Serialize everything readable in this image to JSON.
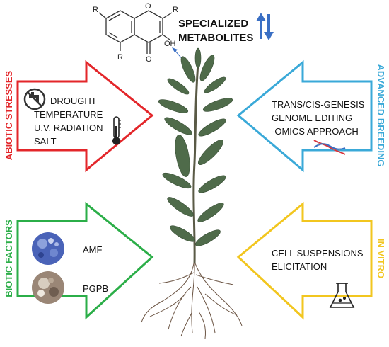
{
  "metabolites": {
    "label_line1": "SPECIALIZED",
    "label_line2": "METABOLITES",
    "molecule_labels": {
      "r_top_left": "R",
      "r_top_right": "R",
      "r_bottom": "R",
      "o_ring": "O",
      "o_carbonyl": "O",
      "oh": "OH"
    }
  },
  "panels": {
    "abiotic": {
      "title": "ABIOTIC STRESSES",
      "color": "#e3262a",
      "items": [
        "DROUGHT",
        "TEMPERATURE",
        "U.V. RADIATION",
        "SALT"
      ]
    },
    "breeding": {
      "title": "ADVANCED BREEDING",
      "color": "#3aa9d8",
      "items": [
        "TRANS/CIS-GENESIS",
        "GENOME EDITING",
        "-OMICS APPROACH"
      ]
    },
    "biotic": {
      "title": "BIOTIC FACTORS",
      "color": "#2bae48",
      "items": [
        "AMF",
        "PGPB"
      ]
    },
    "invitro": {
      "title": "IN VITRO",
      "color": "#f2c61f",
      "items": [
        "CELL SUSPENSIONS",
        "ELICITATION"
      ]
    }
  },
  "icons": {
    "no_water": "no-water-tap-icon",
    "thermometer": "thermometer-icon",
    "dna": "dna-helix-icon",
    "flask": "flask-icon",
    "fungi": "amf-micrograph",
    "bacteria": "pgpb-micrograph",
    "updown": "up-down-arrows-icon"
  },
  "colors": {
    "updown": "#3a6fc4",
    "text": "#111111",
    "plant_leaf": "#4f6b4a",
    "root": "#6b5443"
  }
}
